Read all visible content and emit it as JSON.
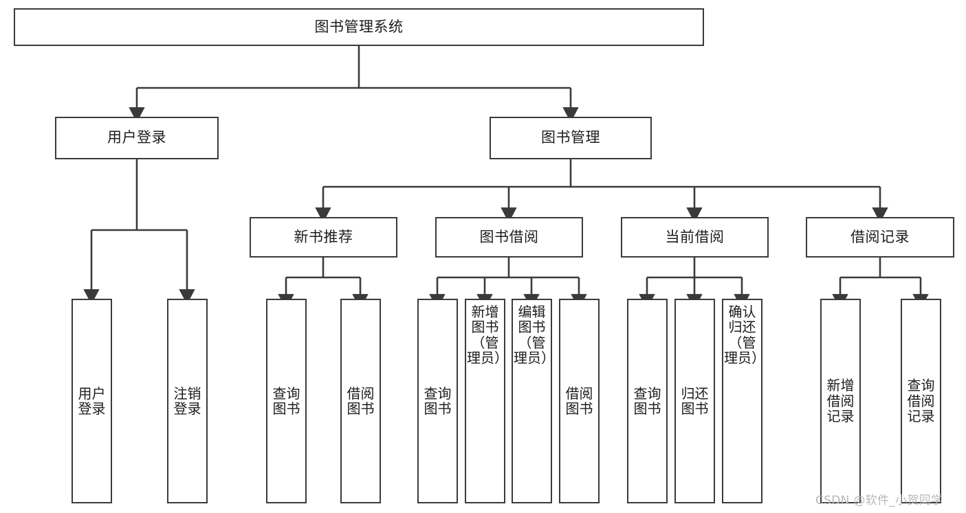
{
  "diagram": {
    "type": "tree",
    "title": "图书管理系统",
    "orientation": "top-down",
    "colors": {
      "box_border": "#3a3a3a",
      "box_fill": "#ffffff",
      "connector": "#3a3a3a",
      "text": "#1c1c1c",
      "watermark": "#b8b8b8"
    },
    "root": {
      "label": "图书管理系统"
    },
    "level2": [
      {
        "id": "user-login",
        "label": "用户登录"
      },
      {
        "id": "book-management",
        "label": "图书管理"
      }
    ],
    "level3": [
      {
        "id": "new-book-recommend",
        "label": "新书推荐",
        "parent": "book-management"
      },
      {
        "id": "book-borrow",
        "label": "图书借阅",
        "parent": "book-management"
      },
      {
        "id": "current-borrow",
        "label": "当前借阅",
        "parent": "book-management"
      },
      {
        "id": "borrow-record",
        "label": "借阅记录",
        "parent": "book-management"
      }
    ],
    "leaves": {
      "user-login": [
        {
          "id": "leaf-user-login",
          "label": "用户登录"
        },
        {
          "id": "leaf-user-logout",
          "label": "注销登录"
        }
      ],
      "new-book-recommend": [
        {
          "id": "leaf-query-book-1",
          "label": "查询图书"
        },
        {
          "id": "leaf-borrow-book-1",
          "label": "借阅图书"
        }
      ],
      "book-borrow": [
        {
          "id": "leaf-query-book-2",
          "label": "查询图书"
        },
        {
          "id": "leaf-add-book",
          "label": "新增图书（管理员）"
        },
        {
          "id": "leaf-edit-book",
          "label": "编辑图书（管理员）"
        },
        {
          "id": "leaf-borrow-book-2",
          "label": "借阅图书"
        }
      ],
      "current-borrow": [
        {
          "id": "leaf-query-book-3",
          "label": "查询图书"
        },
        {
          "id": "leaf-return-book",
          "label": "归还图书"
        },
        {
          "id": "leaf-confirm-return",
          "label": "确认归还（管理员）"
        }
      ],
      "borrow-record": [
        {
          "id": "leaf-add-record",
          "label": "新增借阅记录"
        },
        {
          "id": "leaf-query-record",
          "label": "查询借阅记录"
        }
      ]
    }
  },
  "watermark": {
    "text": "CSDN @软件_小贺同学"
  }
}
